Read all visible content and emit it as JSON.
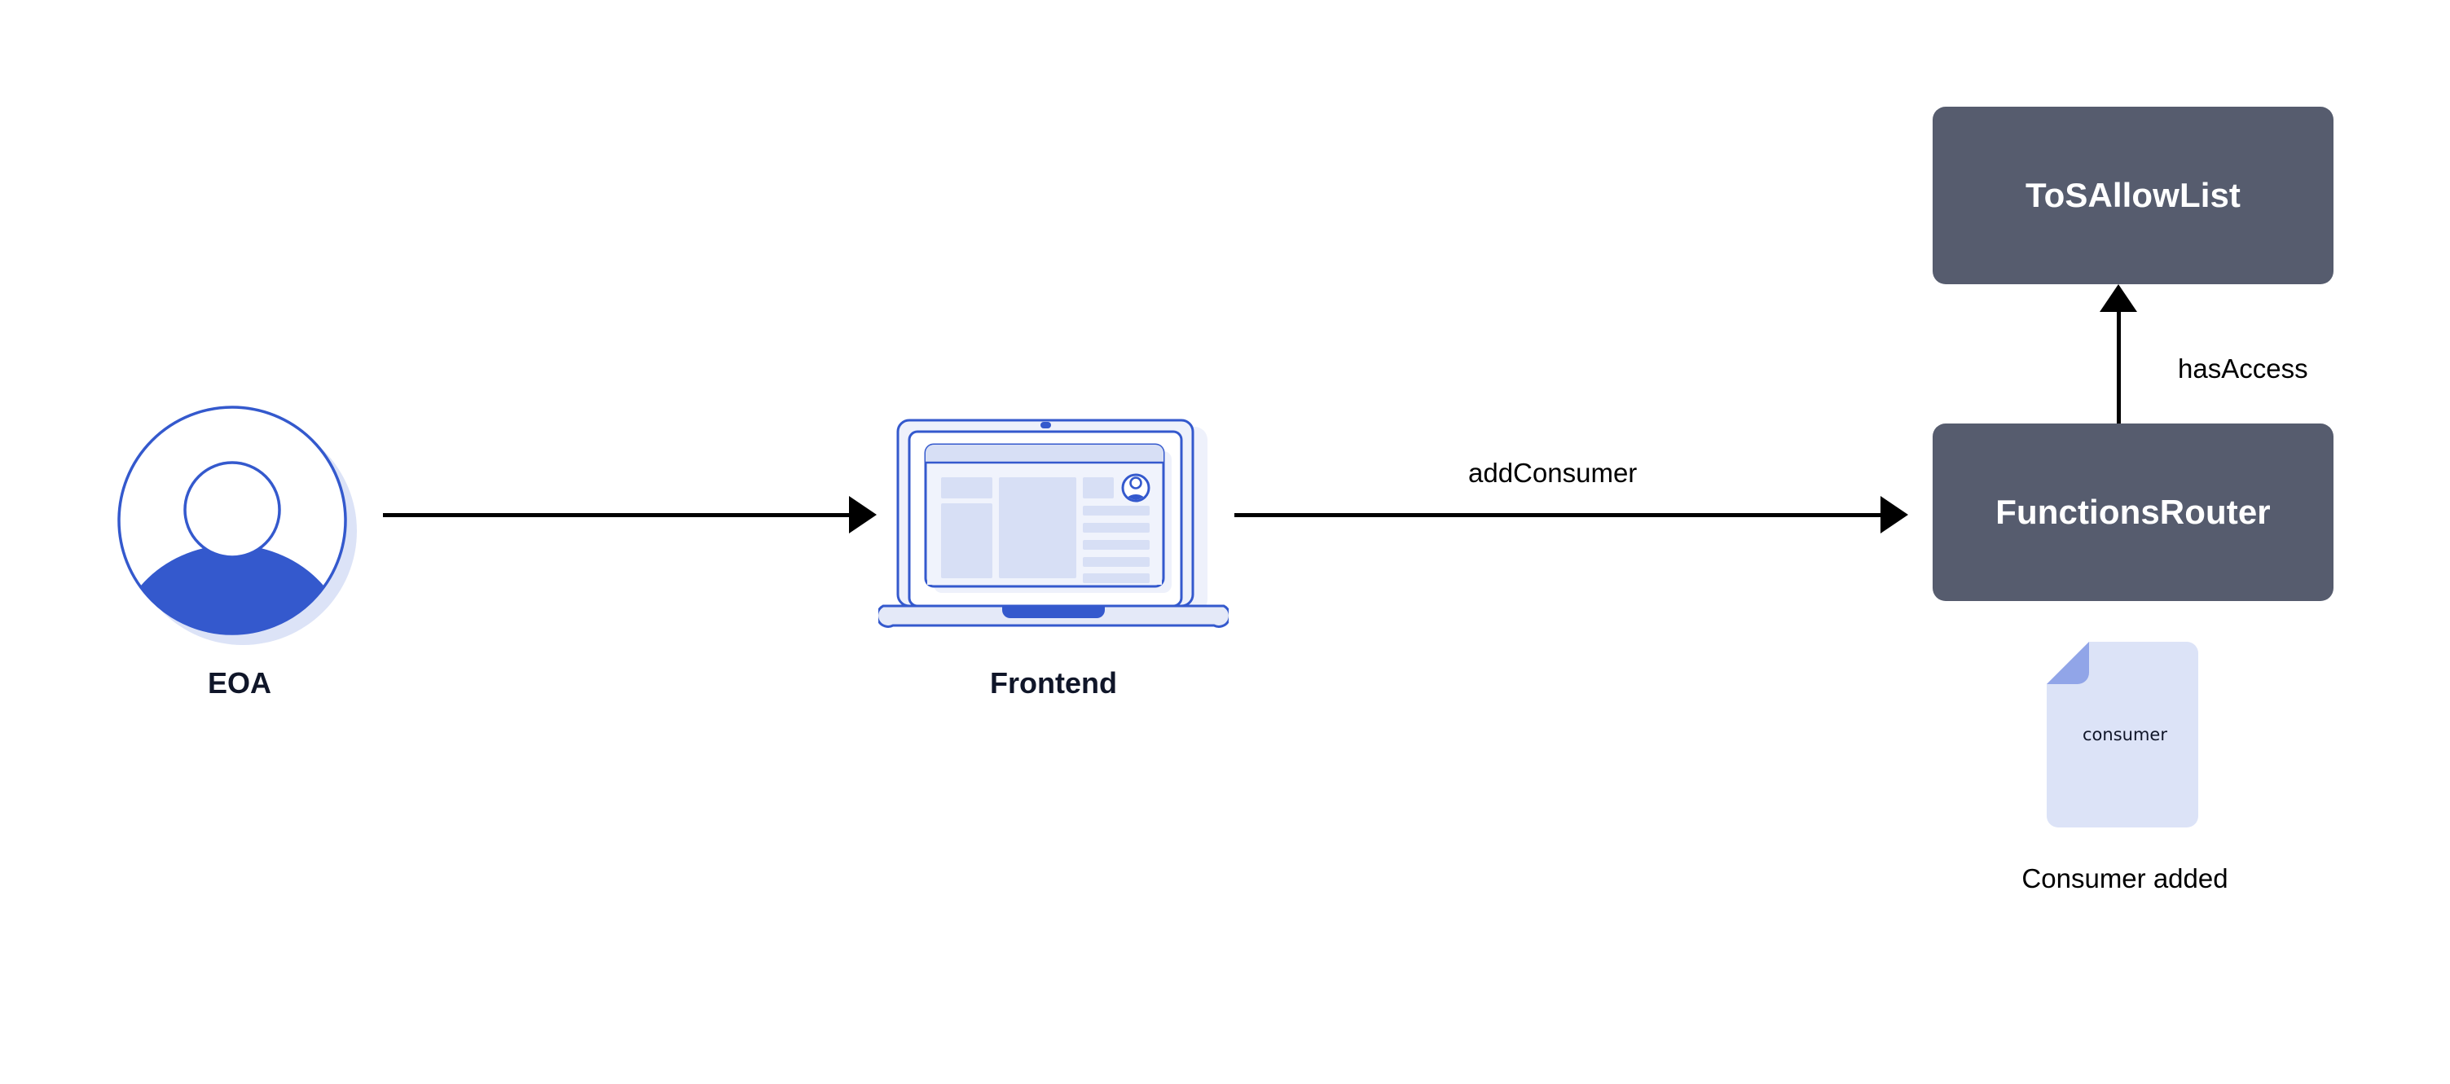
{
  "diagram": {
    "title": "Chainlink Functions add consumer flow",
    "background_color": "#ffffff",
    "colors": {
      "node_fill": "#565c6e",
      "node_text": "#ffffff",
      "caption_text": "#101629",
      "arrow": "#000000",
      "brand_blue": "#3459cd",
      "light_blue": "#dce3f7",
      "doc_fold": "#91a5e8"
    }
  },
  "nodes": [
    {
      "id": "eoa",
      "icon": "user-avatar-icon",
      "caption": "EOA",
      "shape": "icon"
    },
    {
      "id": "frontend",
      "icon": "laptop-icon",
      "caption": "Frontend",
      "shape": "icon"
    },
    {
      "id": "tos-allowlist",
      "label": "ToSAllowList",
      "shape": "rounded-rect",
      "fill": "#565c6e"
    },
    {
      "id": "functions-router",
      "label": "FunctionsRouter",
      "shape": "rounded-rect",
      "fill": "#565c6e"
    },
    {
      "id": "consumer-document",
      "icon": "document-icon",
      "label": "consumer",
      "caption": "Consumer added",
      "shape": "document"
    }
  ],
  "edges": [
    {
      "id": "eoa-to-frontend",
      "from": "eoa",
      "to": "frontend",
      "label": "",
      "direction": "right"
    },
    {
      "id": "frontend-to-router",
      "from": "frontend",
      "to": "functions-router",
      "label": "addConsumer",
      "direction": "right"
    },
    {
      "id": "router-to-tos",
      "from": "functions-router",
      "to": "tos-allowlist",
      "label": "hasAccess",
      "direction": "up"
    }
  ],
  "labels": {
    "eoa_caption": "EOA",
    "frontend_caption": "Frontend",
    "tos_allowlist": "ToSAllowList",
    "functions_router": "FunctionsRouter",
    "add_consumer": "addConsumer",
    "has_access": "hasAccess",
    "consumer_doc_text": "consumer",
    "consumer_added_caption": "Consumer added"
  }
}
